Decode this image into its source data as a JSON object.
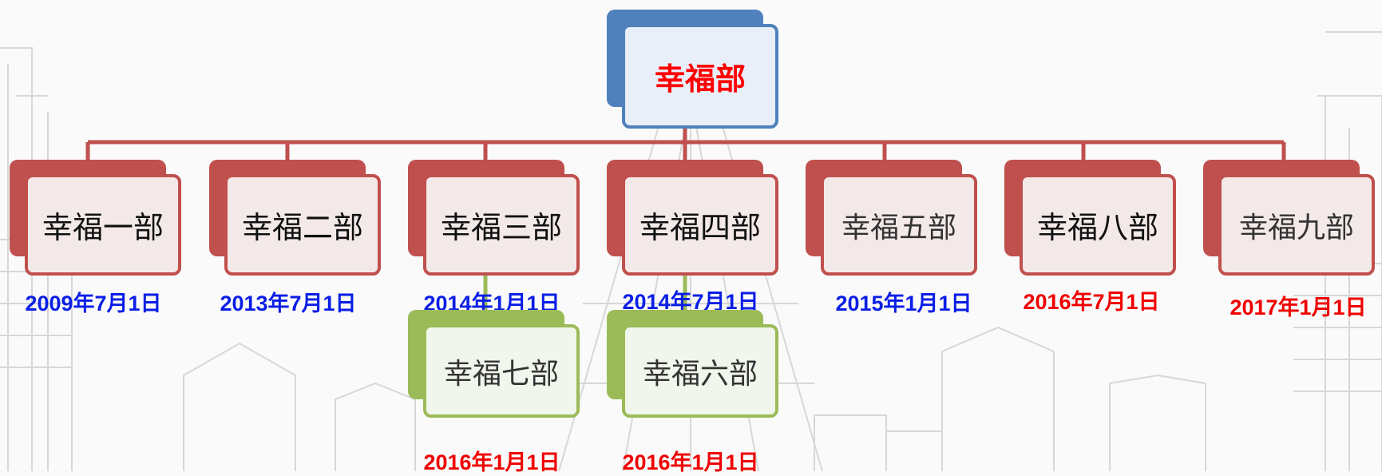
{
  "root": {
    "label": "幸福部"
  },
  "nodes": [
    {
      "label": "幸福一部",
      "date": "2009年7月1日"
    },
    {
      "label": "幸福二部",
      "date": "2013年7月1日"
    },
    {
      "label": "幸福三部",
      "date": "2014年1月1日"
    },
    {
      "label": "幸福四部",
      "date": "2014年7月1日"
    },
    {
      "label": "幸福五部",
      "date": "2015年1月1日"
    },
    {
      "label": "幸福八部",
      "date": "2016年7月1日"
    },
    {
      "label": "幸福九部",
      "date": "2017年1月1日"
    }
  ],
  "subnodes": [
    {
      "label": "幸福七部",
      "date": "2016年1月1日"
    },
    {
      "label": "幸福六部",
      "date": "2016年1月1日"
    }
  ],
  "colors": {
    "root_box": "#4f81bd",
    "department_box": "#c0504d",
    "sub_department_box": "#9bbb59",
    "date_blue": "#0a1ee6",
    "date_red": "#f00000",
    "root_label": "#ff0000"
  }
}
